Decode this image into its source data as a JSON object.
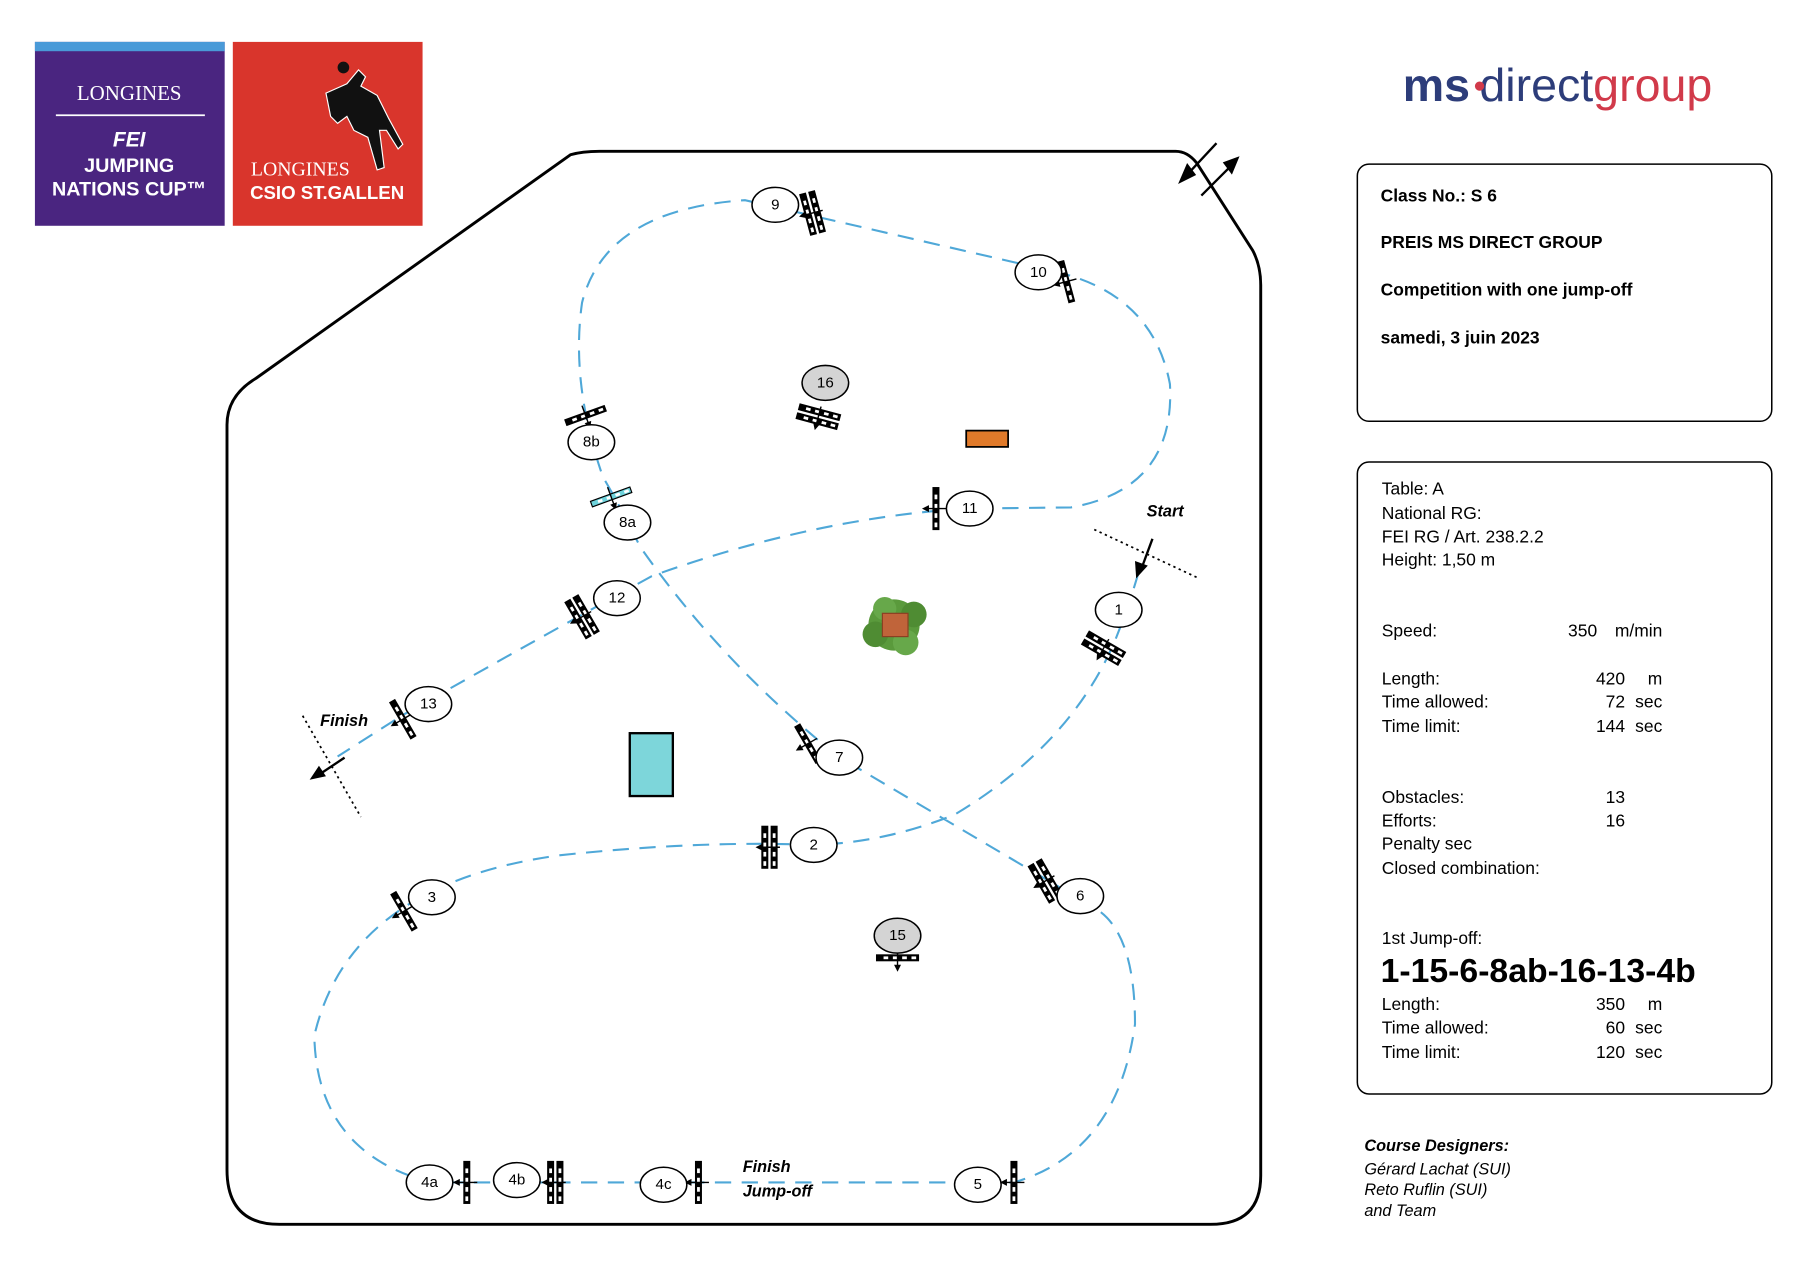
{
  "logos": {
    "nations_cup": {
      "line1": "LONGINES",
      "line2": "FEI",
      "line3": "JUMPING",
      "line4": "NATIONS CUP™",
      "color": "#4a2580",
      "stripe": "#4a9ad8"
    },
    "csio": {
      "line1": "LONGINES",
      "line2": "CSIO ST.GALLEN",
      "color": "#d9352c"
    },
    "sponsor": {
      "part1": "ms",
      "part2": "direct",
      "part3": "group",
      "blue": "#2d3d7a",
      "red": "#d13a4a"
    }
  },
  "class_box": {
    "class_no": "Class No.: S 6",
    "title": "PREIS MS DIRECT GROUP",
    "competition": "Competition with one jump-off",
    "date": "samedi, 3 juin 2023"
  },
  "details_box": {
    "table": "Table: A",
    "national_rg": "National RG:",
    "fei_rg": "FEI RG / Art. 238.2.2",
    "height": "Height: 1,50  m",
    "rows": [
      {
        "label": "Speed:",
        "value": "350",
        "unit": "m/min"
      },
      {
        "label": "Length:",
        "value": "420",
        "unit": "m"
      },
      {
        "label": "Time allowed:",
        "value": "72",
        "unit": "sec"
      },
      {
        "label": "Time limit:",
        "value": "144",
        "unit": "sec"
      },
      {
        "label": "Obstacles:",
        "value": "13",
        "unit": ""
      },
      {
        "label": "Efforts:",
        "value": "16",
        "unit": ""
      },
      {
        "label": "Penalty sec",
        "value": "",
        "unit": ""
      },
      {
        "label": "Closed combination:",
        "value": "",
        "unit": ""
      }
    ],
    "jumpoff_label": "1st Jump-off:",
    "jumpoff_sequence": "1-15-6-8ab-16-13-4b",
    "jumpoff_rows": [
      {
        "label": "Length:",
        "value": "350",
        "unit": "m"
      },
      {
        "label": "Time allowed:",
        "value": "60",
        "unit": "sec"
      },
      {
        "label": "Time limit:",
        "value": "120",
        "unit": "sec"
      }
    ]
  },
  "designers": {
    "heading": "Course Designers:",
    "names": [
      "Gérard Lachat  (SUI)",
      "Reto Ruflin  (SUI)",
      "and Team"
    ]
  },
  "course": {
    "start_label": "Start",
    "finish_label": "Finish",
    "finish_jumpoff_line1": "Finish",
    "finish_jumpoff_line2": "Jump-off",
    "path_color": "#4fa8d8",
    "obstacles": [
      {
        "label": "1",
        "type": "oxer"
      },
      {
        "label": "2",
        "type": "oxer"
      },
      {
        "label": "3",
        "type": "vertical"
      },
      {
        "label": "4a",
        "type": "vertical"
      },
      {
        "label": "4b",
        "type": "oxer"
      },
      {
        "label": "4c",
        "type": "vertical"
      },
      {
        "label": "5",
        "type": "vertical"
      },
      {
        "label": "6",
        "type": "oxer"
      },
      {
        "label": "7",
        "type": "vertical"
      },
      {
        "label": "8a",
        "type": "water"
      },
      {
        "label": "8b",
        "type": "vertical"
      },
      {
        "label": "9",
        "type": "oxer"
      },
      {
        "label": "10",
        "type": "vertical"
      },
      {
        "label": "11",
        "type": "vertical"
      },
      {
        "label": "12",
        "type": "oxer"
      },
      {
        "label": "13",
        "type": "vertical"
      },
      {
        "label": "15",
        "type": "jumpoff"
      },
      {
        "label": "16",
        "type": "jumpoff"
      }
    ]
  }
}
